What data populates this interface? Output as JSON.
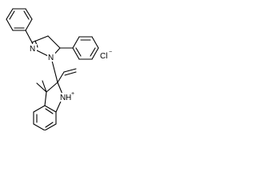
{
  "molecule": {
    "atoms": {
      "n_pyrazoline": "N",
      "n_linked": "N",
      "n_indolium": "N",
      "n_indolium_h": "H",
      "n_indolium_charge": "+",
      "counterion": "Cl",
      "counterion_charge": "−"
    },
    "colors": {
      "bond": "#000000",
      "label": "#000000",
      "background": "#ffffff"
    }
  }
}
